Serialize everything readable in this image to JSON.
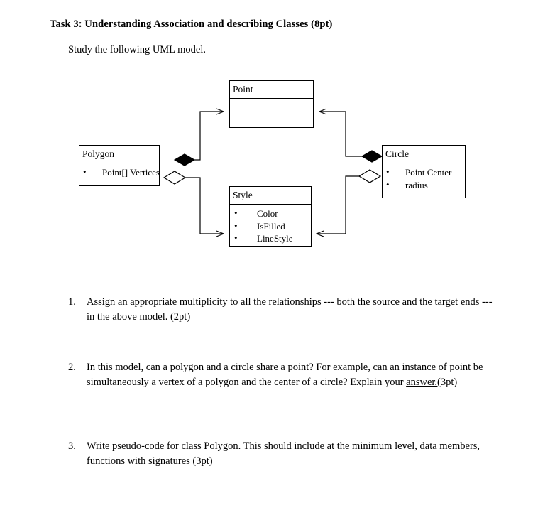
{
  "document": {
    "heading": "Task 3:  Understanding Association and describing Classes (8pt)",
    "intro": "Study the following UML model."
  },
  "diagram": {
    "type": "uml-class-diagram",
    "classes": [
      {
        "id": "point",
        "name": "Point",
        "attributes": []
      },
      {
        "id": "polygon",
        "name": "Polygon",
        "attributes": [
          "Point[] Vertices"
        ]
      },
      {
        "id": "circle",
        "name": "Circle",
        "attributes": [
          "Point  Center",
          "radius"
        ]
      },
      {
        "id": "style",
        "name": "Style",
        "attributes": [
          "Color",
          "IsFilled",
          "LineStyle"
        ]
      }
    ],
    "relationships": [
      {
        "source": "polygon",
        "target": "point",
        "kind": "composition",
        "marker": "filled-diamond"
      },
      {
        "source": "polygon",
        "target": "style",
        "kind": "aggregation",
        "marker": "hollow-diamond"
      },
      {
        "source": "circle",
        "target": "point",
        "kind": "composition",
        "marker": "filled-diamond"
      },
      {
        "source": "circle",
        "target": "style",
        "kind": "aggregation",
        "marker": "hollow-diamond"
      }
    ],
    "bullet_glyph": "•",
    "line_color": "#000000"
  },
  "questions": [
    {
      "number": "1.",
      "text": "Assign an appropriate multiplicity to all the relationships --- both the source and the target ends --- in the above model. (2pt)"
    },
    {
      "number": "2.",
      "text_before": "In this model, can a polygon and a circle share a point?  For example, can an instance of point be simultaneously a vertex of a polygon and the center of a circle?  Explain your ",
      "text_underlined": "answer.(",
      "text_after": "3pt)"
    },
    {
      "number": "3.",
      "text": "Write pseudo-code for class Polygon. This should include at the minimum level, data members, functions with signatures (3pt)"
    }
  ]
}
